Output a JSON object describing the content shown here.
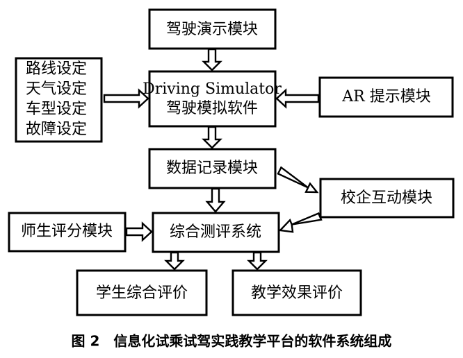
{
  "modules": {
    "driving_demo": "驾驶演示模块",
    "simulator_en": "Driving Simulator",
    "simulator_cn": "驾驶模拟软件",
    "settings": [
      "路线设定",
      "天气设定",
      "车型设定",
      "故障设定"
    ],
    "ar_prompt": "AR 提示模块",
    "data_record": "数据记录模块",
    "school_enterprise": "校企互动模块",
    "teacher_student": "师生评分模块",
    "comprehensive_eval": "综合测评系统",
    "student_eval": "学生综合评价",
    "teaching_eval": "教学效果评价"
  },
  "caption": "图 2　信息化试乘试驾实践教学平台的软件系统组成"
}
